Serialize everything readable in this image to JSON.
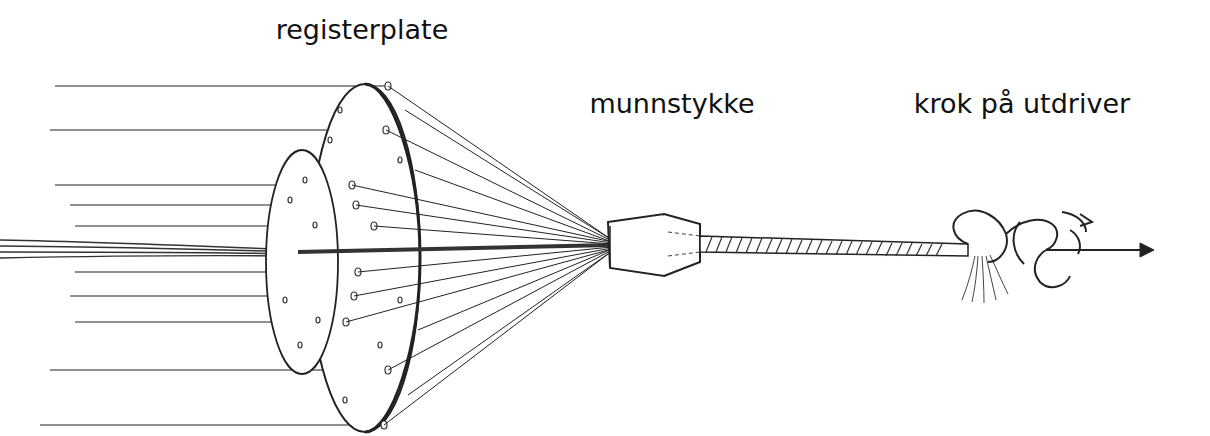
{
  "diagram": {
    "labels": [
      "registerplate",
      "munnstykke",
      "krok på utdriver"
    ]
  }
}
